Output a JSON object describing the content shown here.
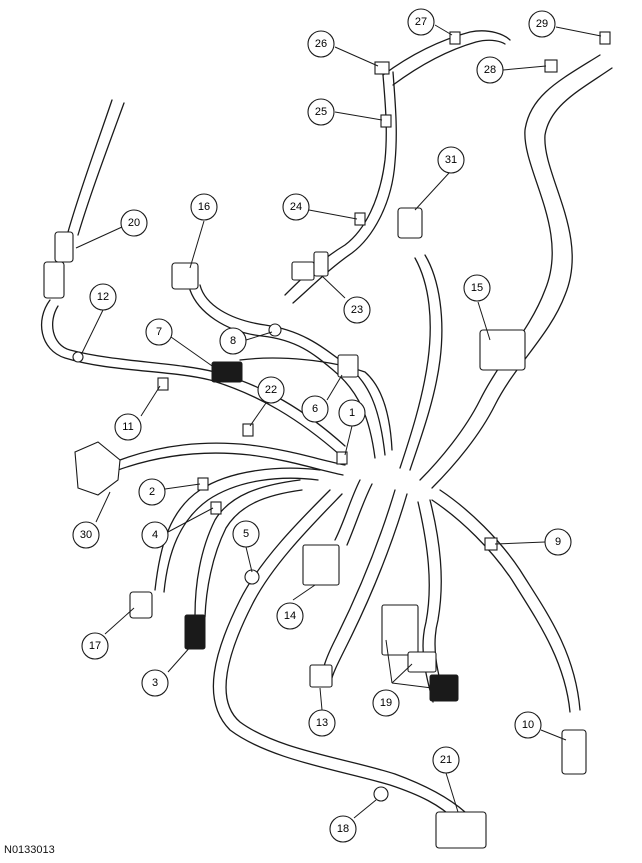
{
  "reference_code": "N0133013",
  "callouts": [
    "1",
    "2",
    "3",
    "4",
    "5",
    "6",
    "7",
    "8",
    "9",
    "10",
    "11",
    "12",
    "13",
    "14",
    "15",
    "16",
    "17",
    "18",
    "19",
    "20",
    "21",
    "22",
    "23",
    "24",
    "25",
    "26",
    "27",
    "28",
    "29",
    "30",
    "31"
  ]
}
